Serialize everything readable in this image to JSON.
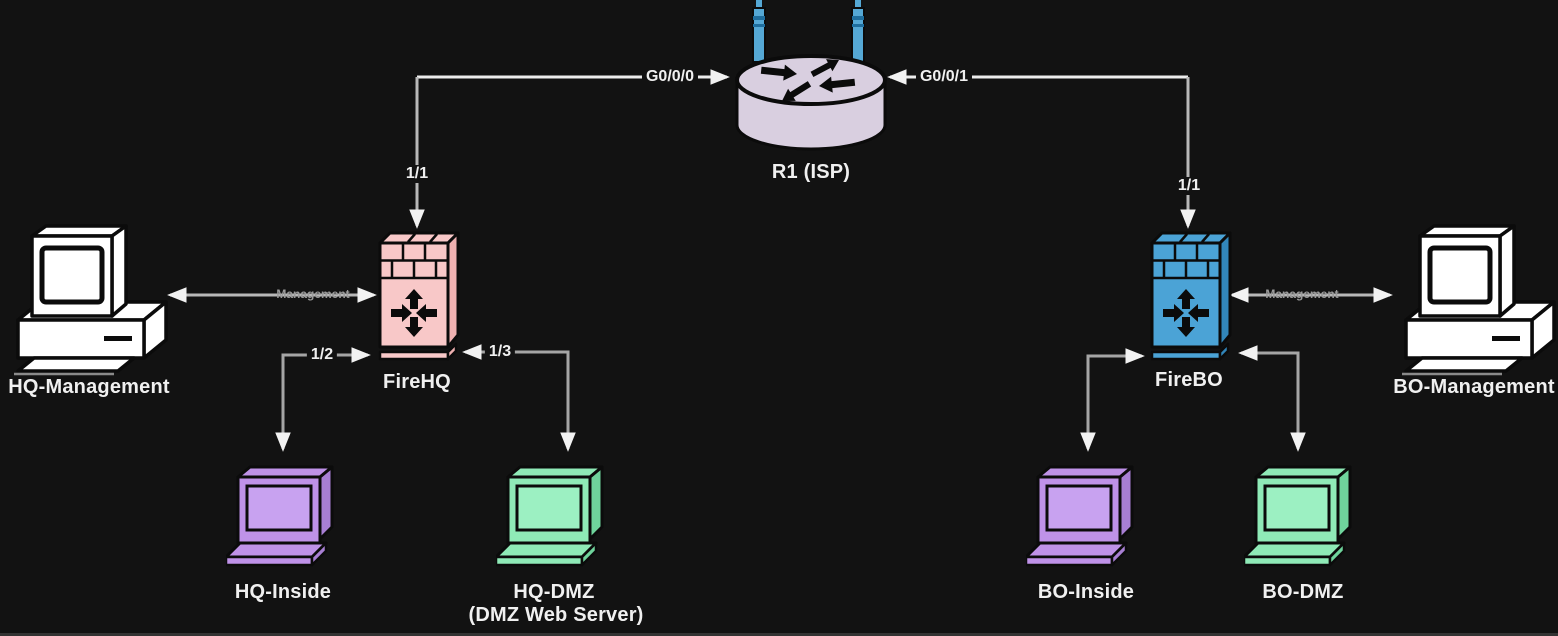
{
  "palette": {
    "background": "#121212",
    "outline": "#0b0b0b",
    "label_color": "#f0f0f0",
    "mgmt_label_color": "#9b9b9b",
    "line_bright": "#ececec",
    "line_mid": "#b8b8b8",
    "line_dim": "#a5a5a5",
    "arrowhead": "#f2f2f2",
    "router_fill": "#d9cfe0",
    "antenna_fill": "#55a8d5",
    "antenna_band": "#1f6e9e",
    "firewall_hq_fill": "#f8c8c8",
    "firewall_hq_side": "#eeb0b0",
    "firewall_bo_fill": "#4ba3d6",
    "firewall_bo_side": "#3286ba",
    "pc_fill": "#ffffff",
    "inside_fill": "#bf92e8",
    "inside_side": "#a87fd4",
    "inside_screen": "#c8a2f0",
    "dmz_fill": "#8feab7",
    "dmz_side": "#6fd49c",
    "dmz_screen": "#9cf0c2"
  },
  "nodes": {
    "router": {
      "label": "R1 (ISP)"
    },
    "firewall_hq": {
      "label": "FireHQ"
    },
    "firewall_bo": {
      "label": "FireBO"
    },
    "hq_management": {
      "label": "HQ-Management"
    },
    "bo_management": {
      "label": "BO-Management"
    },
    "hq_inside": {
      "label": "HQ-Inside"
    },
    "hq_dmz": {
      "label": "HQ-DMZ",
      "sublabel": "(DMZ Web Server)"
    },
    "bo_inside": {
      "label": "BO-Inside"
    },
    "bo_dmz": {
      "label": "BO-DMZ"
    }
  },
  "interface_labels": {
    "router_to_firehq": "G0/0/0",
    "router_to_firebo": "G0/0/1",
    "firehq_outside": "1/1",
    "firebo_outside": "1/1",
    "firehq_inside": "1/2",
    "firehq_dmz": "1/3",
    "firehq_management": "Management",
    "firebo_management": "Management"
  }
}
